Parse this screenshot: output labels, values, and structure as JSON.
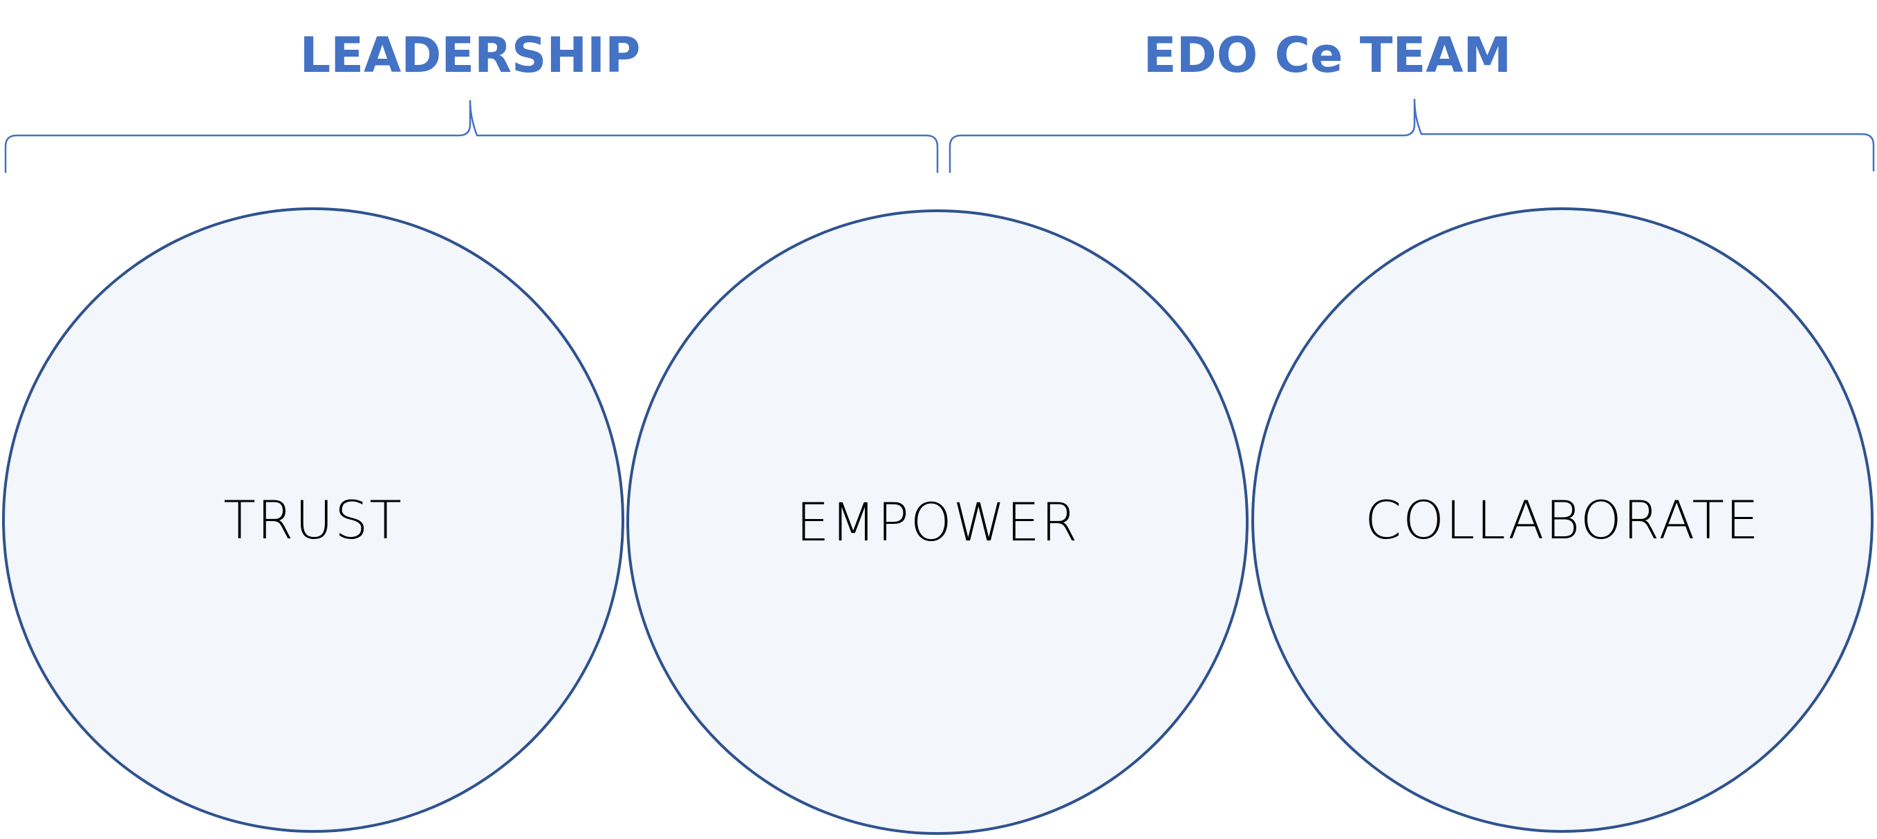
{
  "colors": {
    "group_label": "#4472c4",
    "bracket": "#4472c4",
    "circle_stroke": "#2f528f",
    "circle_fill": "#f3f6fa",
    "circle_text": "#000000"
  },
  "groups": [
    {
      "label": "LEADERSHIP"
    },
    {
      "label": "EDO Ce TEAM"
    }
  ],
  "circles": [
    {
      "label": "TRUST"
    },
    {
      "label": "EMPOWER"
    },
    {
      "label": "COLLABORATE"
    }
  ]
}
